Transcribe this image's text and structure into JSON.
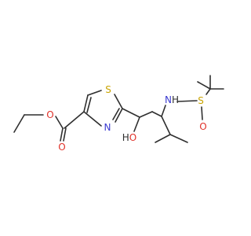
{
  "molecule": {
    "colors": {
      "bond": "#2f2f2f",
      "O": "#e0322a",
      "N": "#3a3ad0",
      "S": "#c9a400",
      "H": "#2f2f2f"
    },
    "atoms": {
      "O_ester_single": {
        "element": "O",
        "label": "O"
      },
      "O_carbonyl": {
        "element": "O",
        "label": "O"
      },
      "S_ring": {
        "element": "S",
        "label": "S"
      },
      "N_ring": {
        "element": "N",
        "label": "N"
      },
      "O_hydroxyl": {
        "element": "O",
        "label": "HO"
      },
      "N_amine": {
        "element": "N",
        "label": "NH"
      },
      "S_sulfinyl": {
        "element": "S",
        "label": "S"
      },
      "O_sulfinyl": {
        "element": "O",
        "label": "O"
      }
    }
  }
}
